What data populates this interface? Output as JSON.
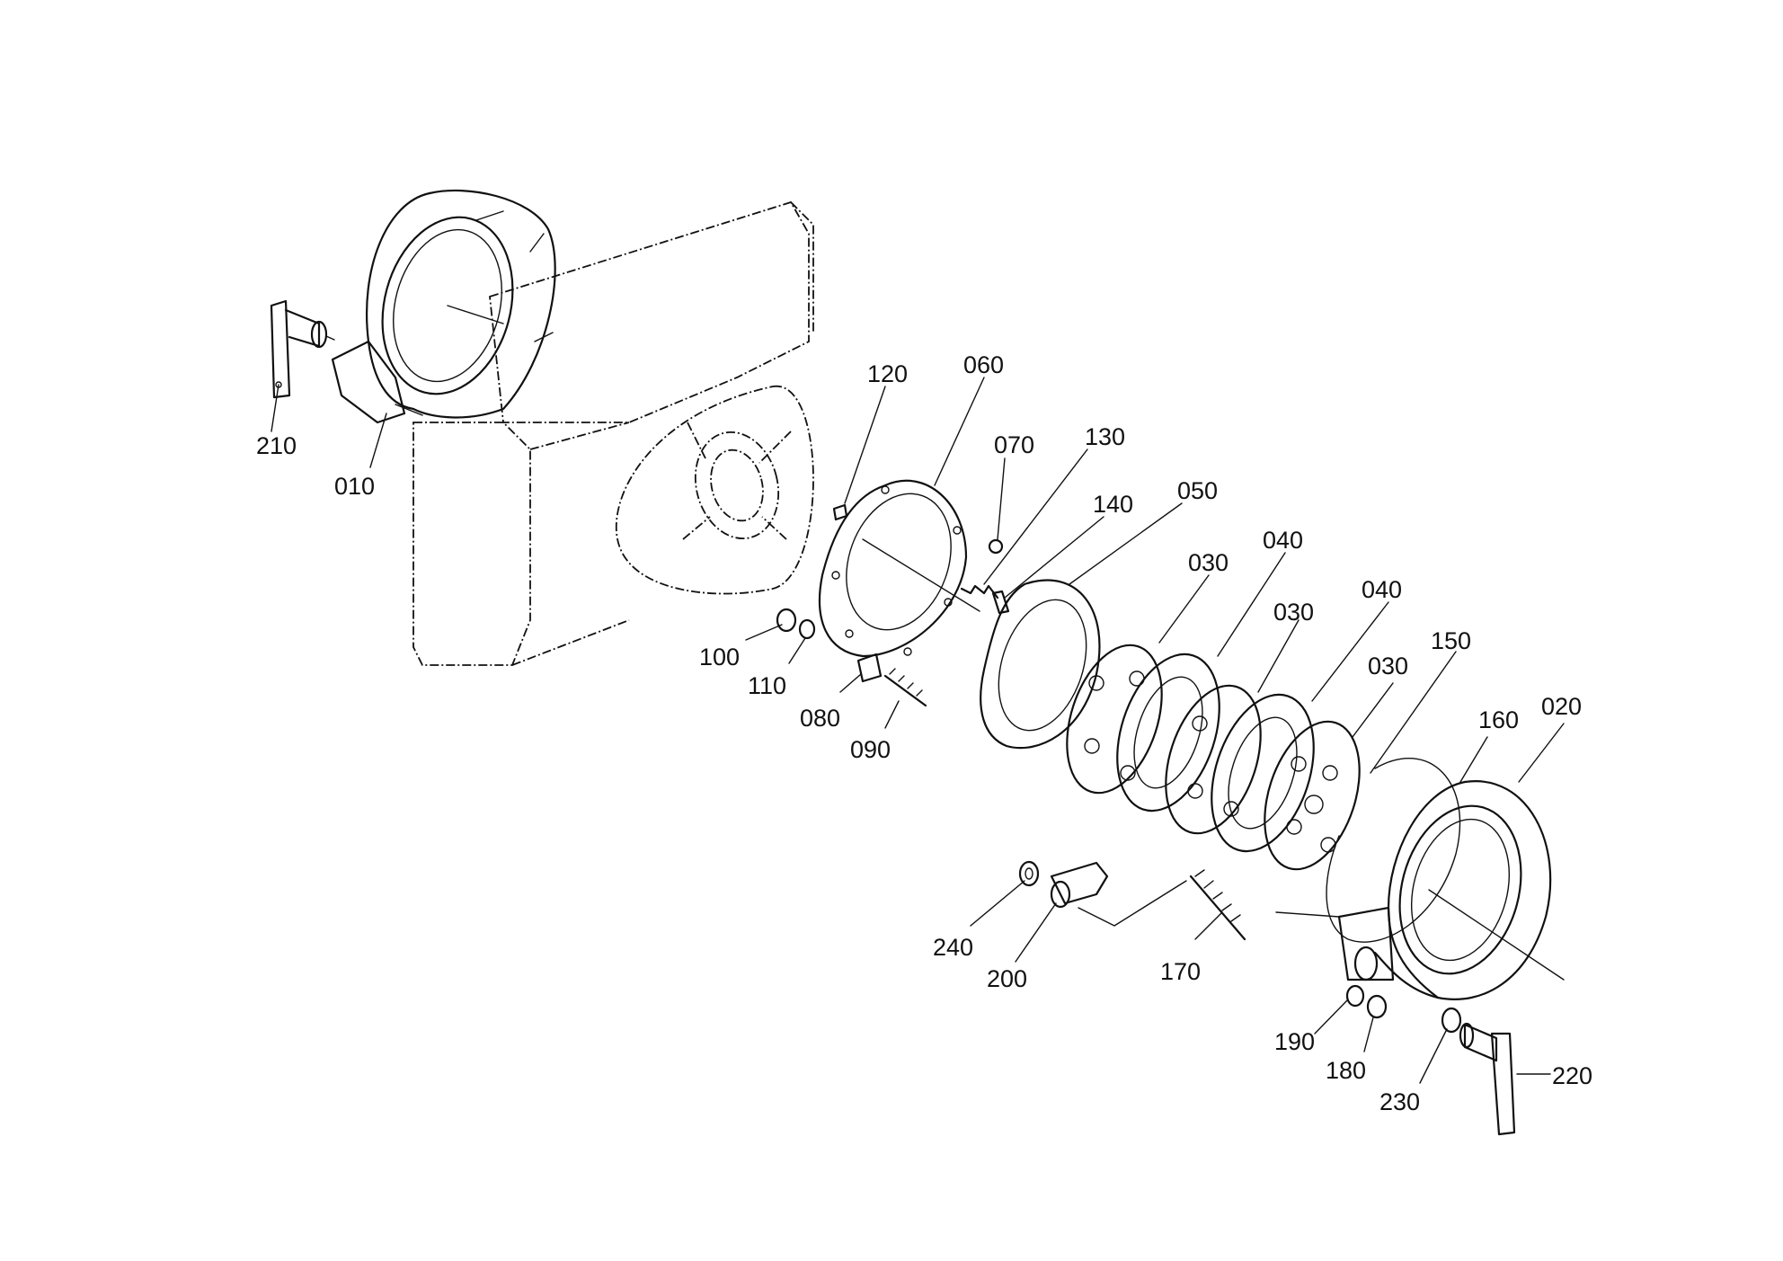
{
  "callouts": [
    {
      "id": "c-210",
      "text": "210"
    },
    {
      "id": "c-010",
      "text": "010"
    },
    {
      "id": "c-120",
      "text": "120"
    },
    {
      "id": "c-060",
      "text": "060"
    },
    {
      "id": "c-070",
      "text": "070"
    },
    {
      "id": "c-130",
      "text": "130"
    },
    {
      "id": "c-140",
      "text": "140"
    },
    {
      "id": "c-050",
      "text": "050"
    },
    {
      "id": "c-030a",
      "text": "030"
    },
    {
      "id": "c-040a",
      "text": "040"
    },
    {
      "id": "c-030b",
      "text": "030"
    },
    {
      "id": "c-040b",
      "text": "040"
    },
    {
      "id": "c-030c",
      "text": "030"
    },
    {
      "id": "c-150",
      "text": "150"
    },
    {
      "id": "c-160",
      "text": "160"
    },
    {
      "id": "c-020",
      "text": "020"
    },
    {
      "id": "c-100",
      "text": "100"
    },
    {
      "id": "c-110",
      "text": "110"
    },
    {
      "id": "c-080",
      "text": "080"
    },
    {
      "id": "c-090",
      "text": "090"
    },
    {
      "id": "c-240",
      "text": "240"
    },
    {
      "id": "c-200",
      "text": "200"
    },
    {
      "id": "c-170",
      "text": "170"
    },
    {
      "id": "c-190",
      "text": "190"
    },
    {
      "id": "c-180",
      "text": "180"
    },
    {
      "id": "c-230",
      "text": "230"
    },
    {
      "id": "c-220",
      "text": "220"
    }
  ]
}
